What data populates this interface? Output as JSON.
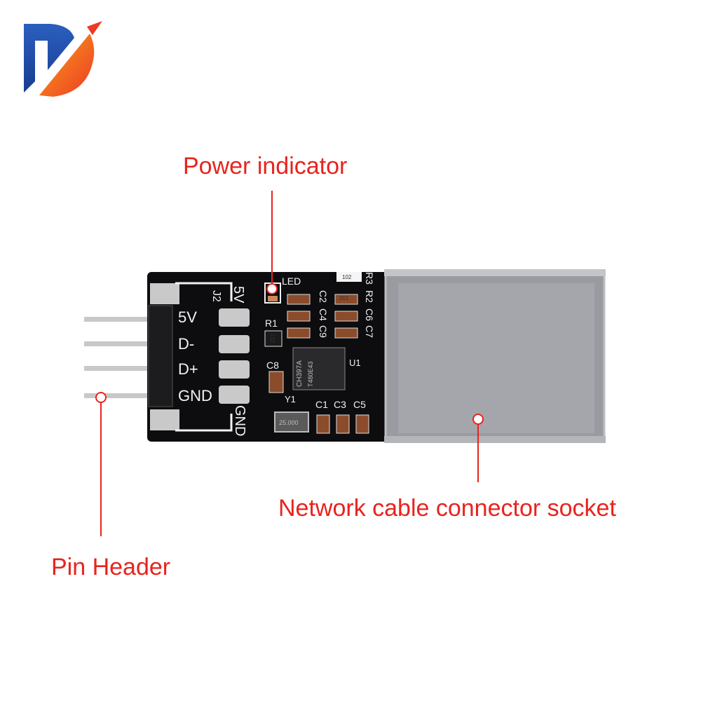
{
  "callouts": {
    "power_indicator": "Power indicator",
    "network_socket": "Network cable connector socket",
    "pin_header": "Pin Header"
  },
  "board": {
    "pin_labels": [
      "5V",
      "D-",
      "D+",
      "GND"
    ],
    "silk": {
      "j2": "J2",
      "five_v": "5V",
      "gnd": "GND",
      "led": "LED",
      "r1": "R1",
      "c8": "C8",
      "u1": "U1",
      "y1": "Y1",
      "c1": "C1",
      "c3": "C3",
      "c5": "C5",
      "c2": "C2",
      "c4": "C4",
      "c9": "C9",
      "r3": "R3",
      "r2": "R2",
      "c6": "C6",
      "c7": "C7",
      "chip_line1": "CH397A",
      "chip_line2": "T480E43",
      "crystal": "25.000",
      "res_r1": "222",
      "res_r2": "201",
      "res_r3": "102"
    }
  },
  "colors": {
    "accent": "#e8231e",
    "pcb": "#0d0d0f",
    "silkscreen": "#f2f2f2",
    "pad": "#c9c9c9",
    "shield": "#9a9ba0",
    "logo_blue": "#1f4aa8",
    "logo_orange": "#f25a1c"
  },
  "icons": {
    "logo": "brand-logo-icon"
  }
}
